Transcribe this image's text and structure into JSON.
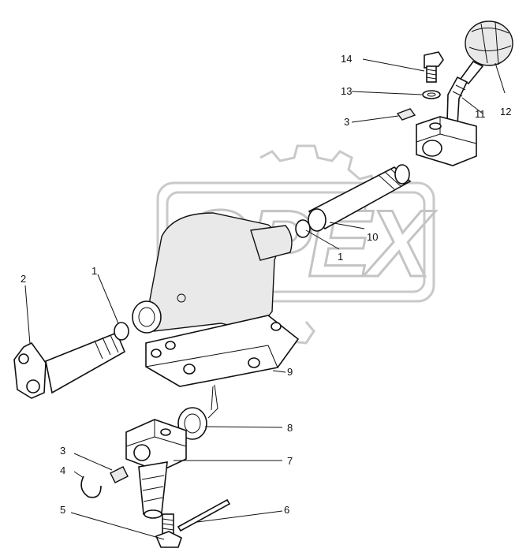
{
  "watermark": {
    "text": "OPEX",
    "color": "#c4c4c4"
  },
  "callouts": [
    {
      "id": "c14",
      "label": "14"
    },
    {
      "id": "c13",
      "label": "13"
    },
    {
      "id": "c3a",
      "label": "3"
    },
    {
      "id": "c11",
      "label": "11"
    },
    {
      "id": "c12",
      "label": "12"
    },
    {
      "id": "c10",
      "label": "10"
    },
    {
      "id": "c1a",
      "label": "1"
    },
    {
      "id": "c2",
      "label": "2"
    },
    {
      "id": "c1b",
      "label": "1"
    },
    {
      "id": "c9",
      "label": "9"
    },
    {
      "id": "c8",
      "label": "8"
    },
    {
      "id": "c3b",
      "label": "3"
    },
    {
      "id": "c7",
      "label": "7"
    },
    {
      "id": "c4",
      "label": "4"
    },
    {
      "id": "c5",
      "label": "5"
    },
    {
      "id": "c6",
      "label": "6"
    }
  ]
}
